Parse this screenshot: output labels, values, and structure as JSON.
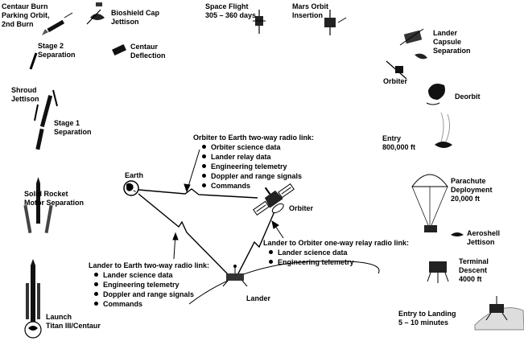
{
  "labels": {
    "centaur_burn": "Centaur Burn\nParking Orbit,\n2nd Burn",
    "bioshield": "Bioshield Cap\nJettison",
    "space_flight": "Space Flight\n305 – 360 days",
    "mars_orbit": "Mars Orbit\nInsertion",
    "lander_capsule": "Lander\nCapsule\nSeparation",
    "stage2": "Stage 2\nSeparation",
    "centaur_deflection": "Centaur\nDeflection",
    "shroud": "Shroud\nJettison",
    "stage1": "Stage 1\nSeparation",
    "orbiter_top": "Orbiter",
    "deorbit": "Deorbit",
    "entry": "Entry\n800,000 ft",
    "earth": "Earth",
    "orbiter_center": "Orbiter",
    "solid_rocket": "Solid Rocket\nMotor Separation",
    "parachute": "Parachute\nDeployment\n20,000 ft",
    "aeroshell": "Aeroshell\nJettison",
    "terminal": "Terminal\nDescent\n4000 ft",
    "lander_center": "Lander",
    "launch": "Launch\nTitan III/Centaur",
    "entry_to_landing": "Entry to Landing\n5 – 10 minutes"
  },
  "orbiter_earth_link": {
    "title": "Orbiter to Earth two-way radio link:",
    "items": [
      "Orbiter science data",
      "Lander relay data",
      "Engineering telemetry",
      "Doppler and range signals",
      "Commands"
    ]
  },
  "lander_orbiter_link": {
    "title": "Lander to Orbiter one-way relay radio link:",
    "items": [
      "Lander science data",
      "Engineering telemetry"
    ]
  },
  "lander_earth_link": {
    "title": "Lander to Earth two-way radio link:",
    "items": [
      "Lander science data",
      "Engineering telemetry",
      "Doppler and range signals",
      "Commands"
    ]
  }
}
